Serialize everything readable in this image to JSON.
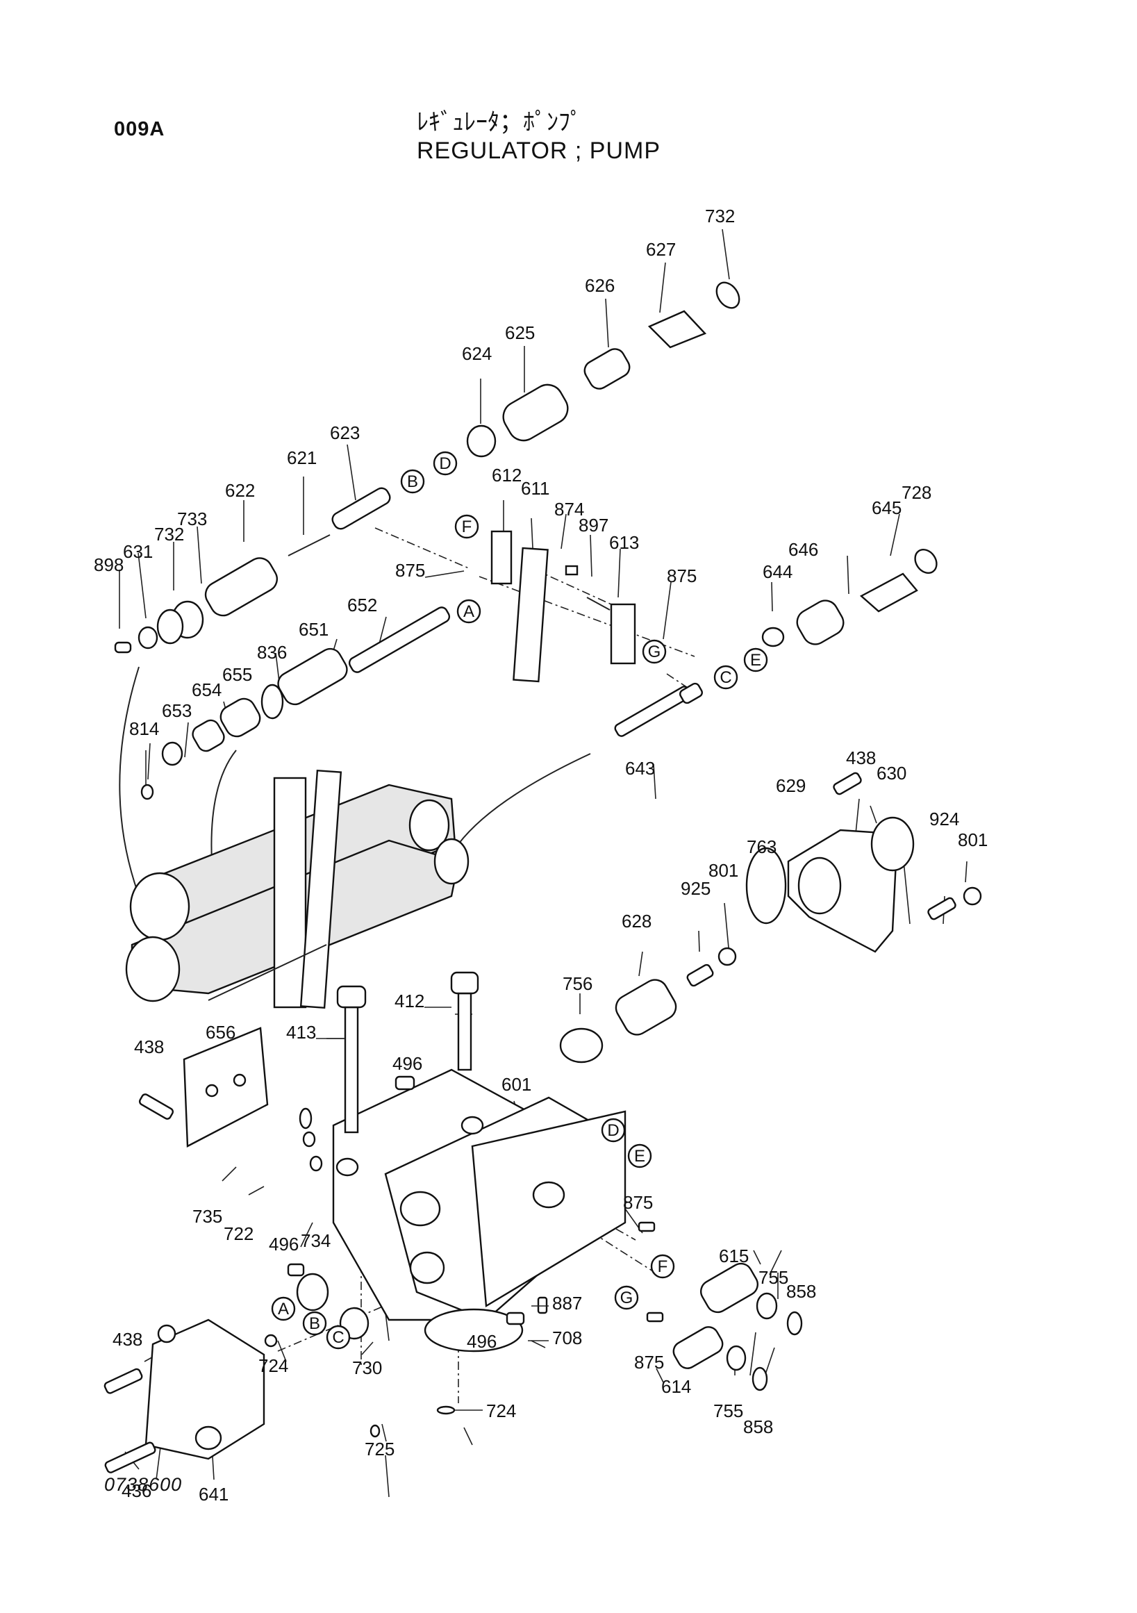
{
  "header": {
    "page_code": "009A",
    "title_jp": "ﾚｷﾞｭﾚｰﾀ；ﾎﾟﾝﾌﾟ",
    "title_en": "REGULATOR ; PUMP"
  },
  "footer": {
    "drawing_number": "0738600"
  },
  "part_labels": [
    "732",
    "627",
    "626",
    "625",
    "624",
    "623",
    "621",
    "622",
    "733",
    "732",
    "631",
    "898",
    "612",
    "611",
    "874",
    "897",
    "613",
    "875",
    "875",
    "728",
    "645",
    "646",
    "644",
    "652",
    "651",
    "836",
    "655",
    "654",
    "653",
    "814",
    "643",
    "438",
    "630",
    "629",
    "924",
    "801",
    "763",
    "801",
    "925",
    "628",
    "756",
    "656",
    "438",
    "413",
    "412",
    "496",
    "601",
    "735",
    "722",
    "875",
    "496",
    "734",
    "615",
    "755",
    "858",
    "887",
    "708",
    "496",
    "724",
    "730",
    "438",
    "614",
    "755",
    "858",
    "875",
    "724",
    "725",
    "436",
    "641"
  ],
  "reference_tags": [
    "A",
    "B",
    "C",
    "D",
    "E",
    "F",
    "G"
  ]
}
